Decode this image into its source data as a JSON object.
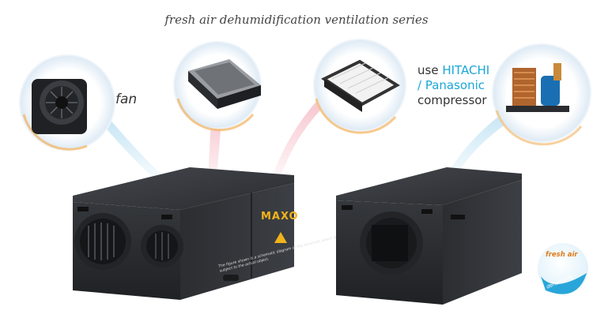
{
  "title": "fresh air dehumidification ventilation series",
  "labels": {
    "fan": "fan",
    "compressor_line1_prefix": "use ",
    "compressor_brand1": "HITACHI",
    "compressor_line2_brand": "/ Panasonic",
    "compressor_line3": "compressor"
  },
  "device_left": {
    "brand_mark": "MAXO",
    "note": "The figure shown is a schematic diagram of the structure, which is subject to the actual object."
  },
  "badge": {
    "top_text": "fresh air",
    "bottom_text": "dehumidify"
  },
  "icons": [
    "fan-callout-icon",
    "filter-callout-icon",
    "compressor-callout-icon",
    "warning-icon"
  ],
  "colors": {
    "accent_blue": "#1aa7d8",
    "accent_orange": "#f29a2e",
    "unit_body": "#2d2f33"
  }
}
